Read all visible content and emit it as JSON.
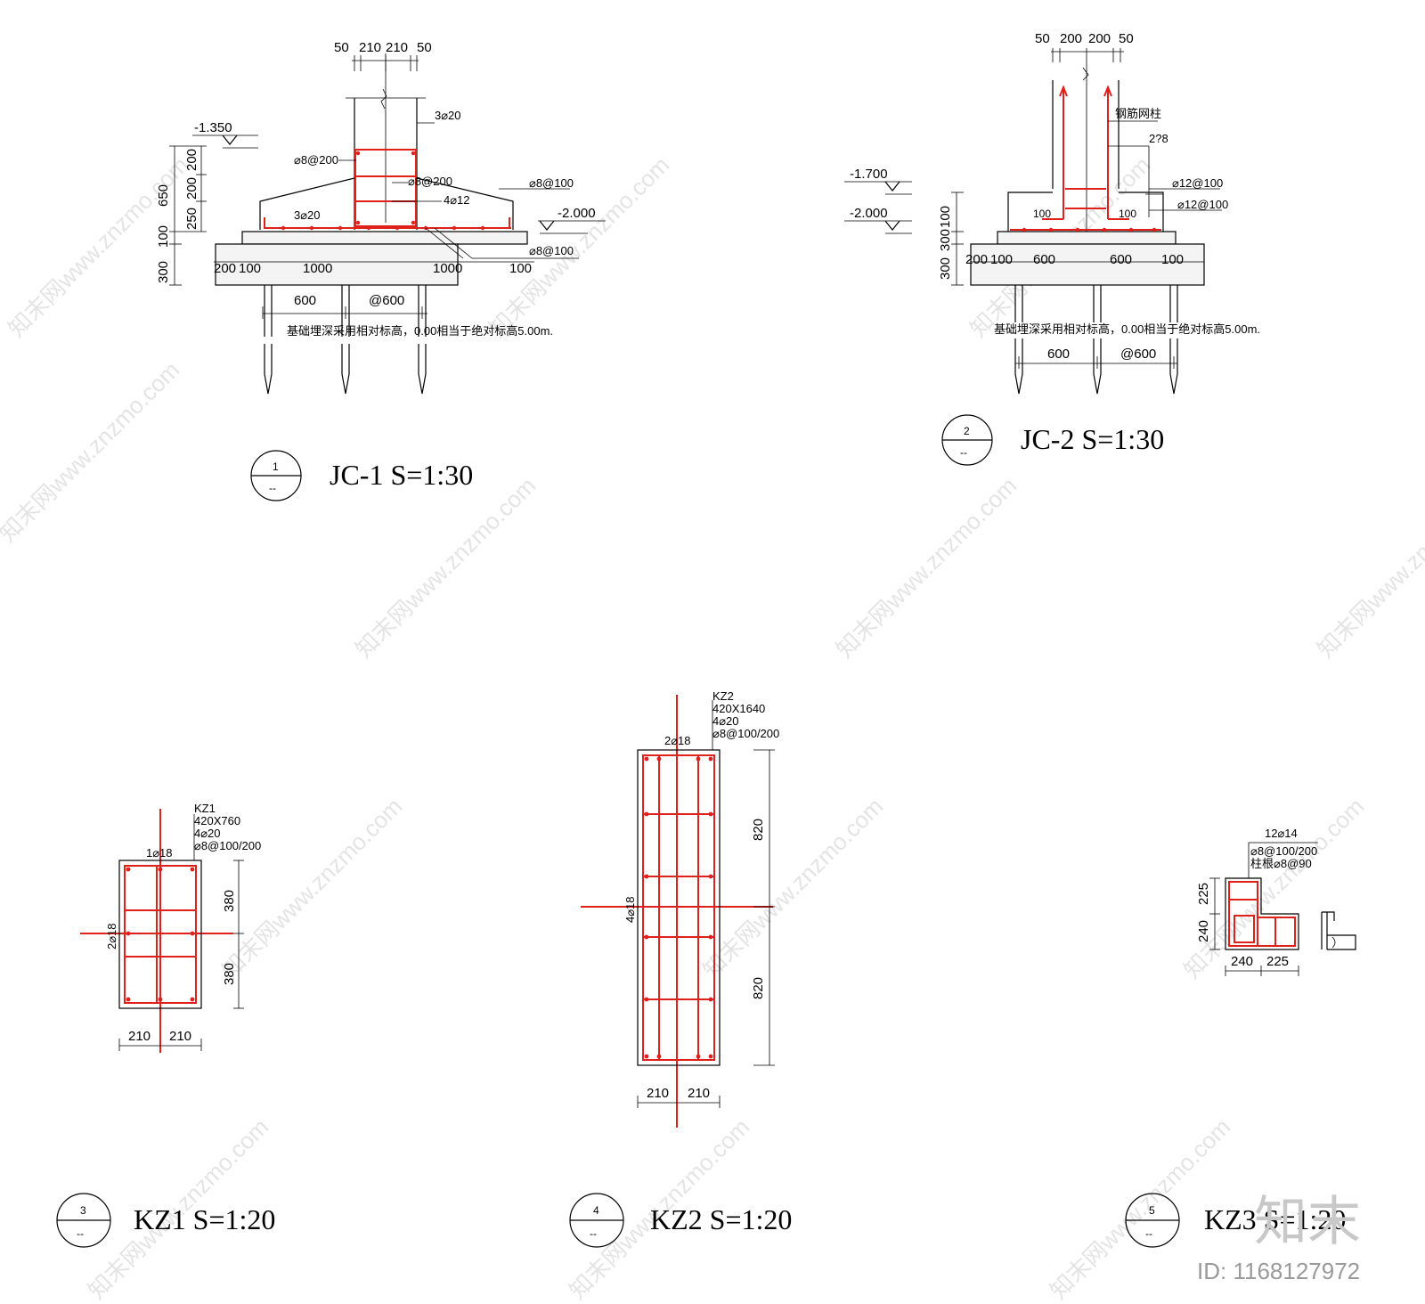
{
  "drawings": [
    {
      "id": "jc1",
      "index": "1",
      "sheet": "--",
      "title": "JC-1   S=1:30",
      "labels": {
        "top_dims": [
          "50",
          "210",
          "210",
          "50"
        ],
        "elev_top": "-1.350",
        "elev_bottom": "-2.000",
        "left_dims": [
          "650",
          "200",
          "200",
          "250",
          "100",
          "300"
        ],
        "bar_col_top": "3⌀20",
        "stirrup_a": "⌀8@200",
        "stirrup_b": "⌀8@200",
        "long_bars": "4⌀12",
        "bot_bars": "3⌀20",
        "slab_a": "⌀8@100",
        "slab_b": "⌀8@100",
        "bot_dims": [
          "200",
          "100",
          "1000",
          "1000",
          "100"
        ],
        "pile_dims": [
          "600",
          "@600"
        ],
        "note": "基础埋深采用相对标高，0.00相当于绝对标高5.00m."
      }
    },
    {
      "id": "jc2",
      "index": "2",
      "sheet": "--",
      "title": "JC-2   S=1:30",
      "labels": {
        "top_dims": [
          "50",
          "200",
          "200",
          "50"
        ],
        "column_note": "钢筋网柱",
        "tie": "2?8",
        "elev_top": "-1.700",
        "elev_bottom": "-2.000",
        "left_dims": [
          "300",
          "100",
          "300"
        ],
        "bar_a": "⌀12@100",
        "bar_b": "⌀12@100",
        "hook_l": "100",
        "hook_r": "100",
        "bot_dims": [
          "200",
          "100",
          "600",
          "600",
          "100"
        ],
        "note": "基础埋深采用相对标高，0.00相当于绝对标高5.00m.",
        "pile_dims": [
          "600",
          "@600"
        ]
      }
    },
    {
      "id": "kz1",
      "index": "3",
      "sheet": "--",
      "title": "KZ1   S=1:20",
      "labels": {
        "spec": [
          "KZ1",
          "420X760",
          "4⌀20",
          "⌀8@100/200"
        ],
        "top_bar": "1⌀18",
        "side_bar": "2⌀18",
        "right_dims": [
          "380",
          "380"
        ],
        "bot_dims": [
          "210",
          "210"
        ]
      }
    },
    {
      "id": "kz2",
      "index": "4",
      "sheet": "--",
      "title": "KZ2   S=1:20",
      "labels": {
        "spec": [
          "KZ2",
          "420X1640",
          "4⌀20",
          "⌀8@100/200"
        ],
        "top_bar": "2⌀18",
        "side_bar": "4⌀18",
        "right_dims": [
          "820",
          "820"
        ],
        "bot_dims": [
          "210",
          "210"
        ]
      }
    },
    {
      "id": "kz3",
      "index": "5",
      "sheet": "--",
      "title": "KZ3   S=1:20",
      "labels": {
        "spec": [
          "12⌀14",
          "⌀8@100/200",
          "柱根⌀8@90"
        ],
        "left_dims": [
          "225",
          "240"
        ],
        "bot_dims": [
          "240",
          "225"
        ]
      }
    }
  ],
  "watermark": {
    "text": "知末网www.znzmo.com",
    "brand": "知末",
    "id": "ID: 1168127972"
  },
  "colors": {
    "line": "#000000",
    "rebar": "#e0201b",
    "watermark": "#cfcfcf"
  }
}
